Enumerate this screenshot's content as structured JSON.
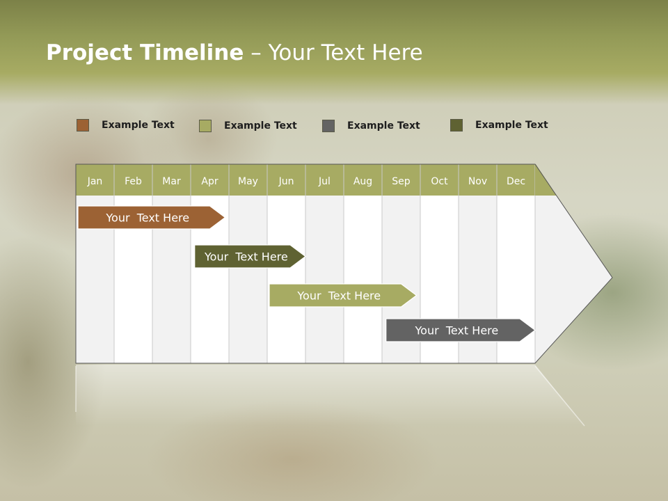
{
  "header": {
    "title_bold": "Project Timeline",
    "title_rest": " – Your Text Here"
  },
  "legend": [
    {
      "label": "Example Text",
      "color": "#9c6234"
    },
    {
      "label": "Example Text",
      "color": "#a7ab63"
    },
    {
      "label": "Example Text",
      "color": "#636363"
    },
    {
      "label": "Example Text",
      "color": "#5f6232"
    }
  ],
  "timeline": {
    "months": [
      "Jan",
      "Feb",
      "Mar",
      "Apr",
      "May",
      "Jun",
      "Jul",
      "Aug",
      "Sep",
      "Oct",
      "Nov",
      "Dec"
    ],
    "header_color": "#a7ab63",
    "tasks": [
      {
        "label": "Your  Text Here",
        "start": 0,
        "end": 3.9,
        "color": "#9c6234"
      },
      {
        "label": "Your  Text Here",
        "start": 3.05,
        "end": 6.0,
        "color": "#5f6232"
      },
      {
        "label": "Your  Text Here",
        "start": 5.0,
        "end": 8.9,
        "color": "#a7ab63"
      },
      {
        "label": "Your  Text Here",
        "start": 8.05,
        "end": 12.0,
        "color": "#636363"
      }
    ]
  }
}
